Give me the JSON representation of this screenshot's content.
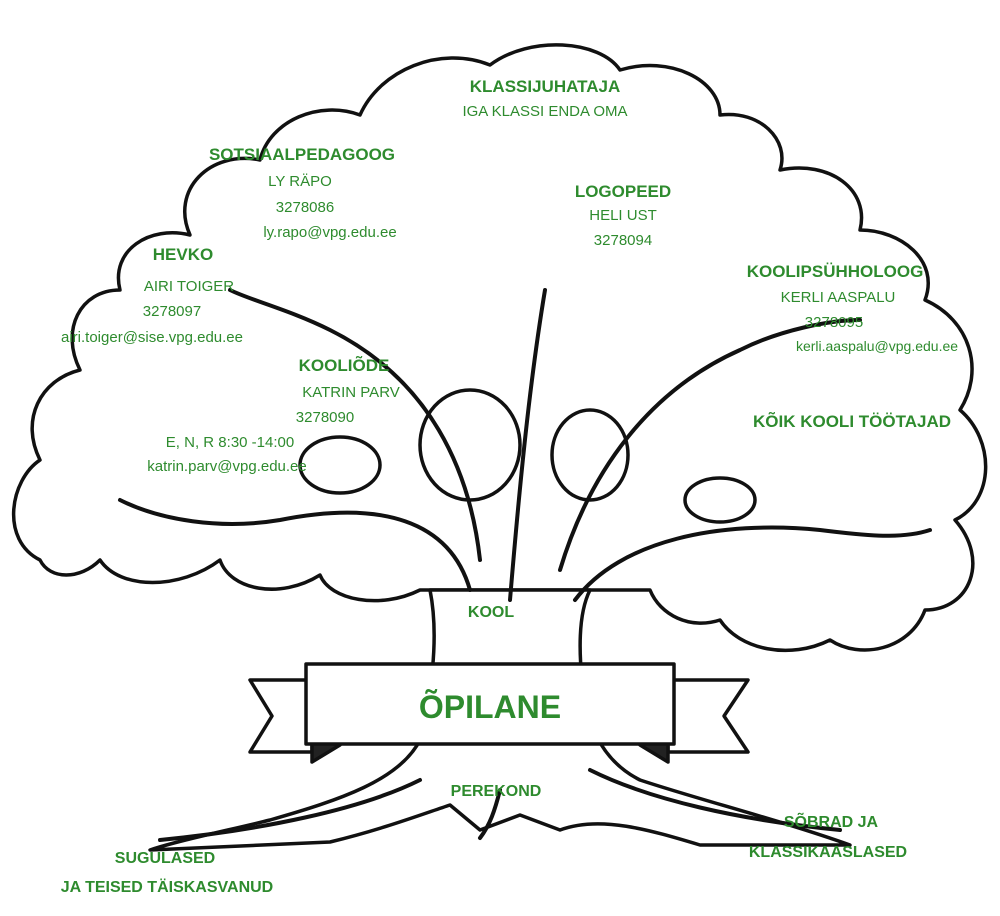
{
  "nodes": {
    "klassijuhataja": {
      "title": "KLASSIJUHATAJA",
      "lines": [
        "IGA KLASSI ENDA OMA"
      ]
    },
    "sotsiaalpedagoog": {
      "title": "SOTSIAALPEDAGOOG",
      "lines": [
        "LY RÄPO",
        "3278086",
        "ly.rapo@vpg.edu.ee"
      ]
    },
    "logopeed": {
      "title": "LOGOPEED",
      "lines": [
        "HELI UST",
        "3278094"
      ]
    },
    "hevko": {
      "title": "HEVKO",
      "lines": [
        "AIRI TOIGER",
        "3278097",
        "airi.toiger@sise.vpg.edu.ee"
      ]
    },
    "koolipsuhholoog": {
      "title": "KOOLIPSÜHHOLOOG",
      "lines": [
        "KERLI AASPALU",
        "3278095",
        "kerli.aaspalu@vpg.edu.ee"
      ]
    },
    "kooliode": {
      "title": "KOOLIÕDE",
      "lines": [
        "KATRIN PARV",
        "3278090",
        "E, N, R 8:30 -14:00",
        "katrin.parv@vpg.edu.ee"
      ]
    },
    "koik_kooli_tootajad": {
      "title": "KÕIK KOOLI TÖÖTAJAD"
    }
  },
  "trunk_label": "KOOL",
  "banner_label": "ÕPILANE",
  "root_labels": {
    "perekond": "PEREKOND",
    "sobrad": [
      "SÕBRAD JA",
      "KLASSIKAASLASED"
    ],
    "sugulased": [
      "SUGULASED",
      "JA TEISED TÄISKASVANUD"
    ]
  },
  "colors": {
    "text": "#2e8b2e",
    "outline": "#111111"
  }
}
